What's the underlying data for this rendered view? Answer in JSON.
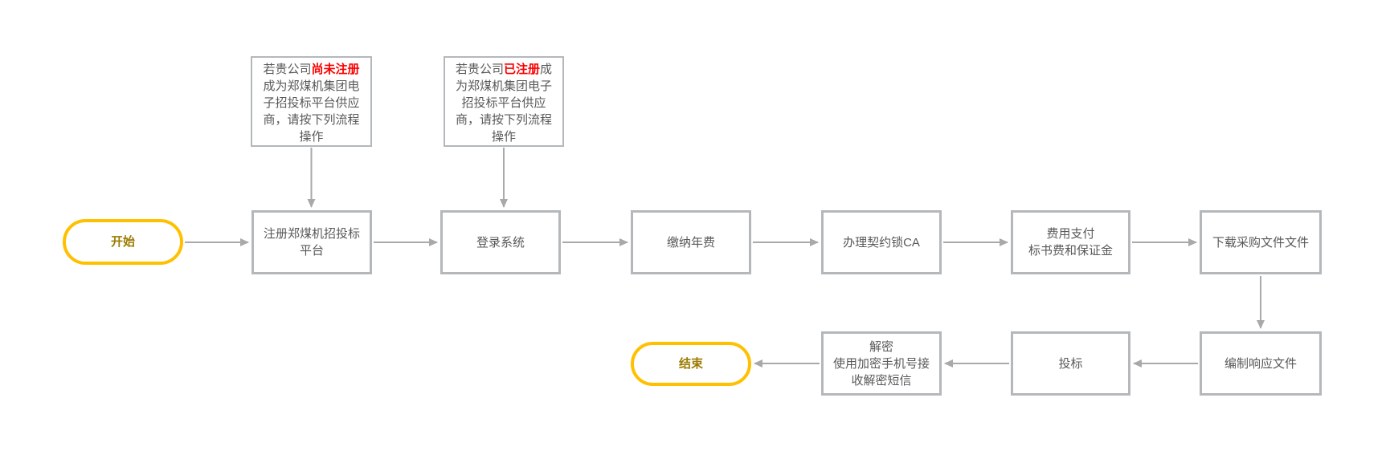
{
  "flowchart": {
    "terminals": {
      "start": "开始",
      "end": "结束"
    },
    "notes": [
      {
        "id": "not-yet-registered",
        "prefix": "若贵公司",
        "highlight": "尚未注册",
        "suffix": "成为郑煤机集团电子招投标平台供应商，请按下列流程操作"
      },
      {
        "id": "already-registered",
        "prefix": "若贵公司",
        "highlight": "已注册",
        "suffix": "成为郑煤机集团电子招投标平台供应商，请按下列流程操作"
      }
    ],
    "steps": [
      {
        "id": "register-platform",
        "label": "注册郑煤机招投标平台"
      },
      {
        "id": "login-system",
        "label": "登录系统"
      },
      {
        "id": "pay-annual-fee",
        "label": "缴纳年费"
      },
      {
        "id": "handle-contract-lock-ca",
        "label": "办理契约锁CA"
      },
      {
        "id": "fee-payment",
        "lines": [
          "费用支付",
          "标书费和保证金"
        ]
      },
      {
        "id": "download-procurement-docs",
        "label": "下载采购文件文件"
      },
      {
        "id": "prepare-response-docs",
        "label": "编制响应文件"
      },
      {
        "id": "submit-bid",
        "label": "投标"
      },
      {
        "id": "decrypt",
        "lines": [
          "解密",
          "使用加密手机号接收解密短信"
        ]
      }
    ],
    "colors": {
      "node_border": "#b4b8bb",
      "node_text": "#595959",
      "arrow": "#a9a9a9",
      "terminal_border": "#ffc000",
      "terminal_text": "#9c7b00",
      "note_highlight": "#fe0000",
      "background": "#ffffff"
    }
  }
}
